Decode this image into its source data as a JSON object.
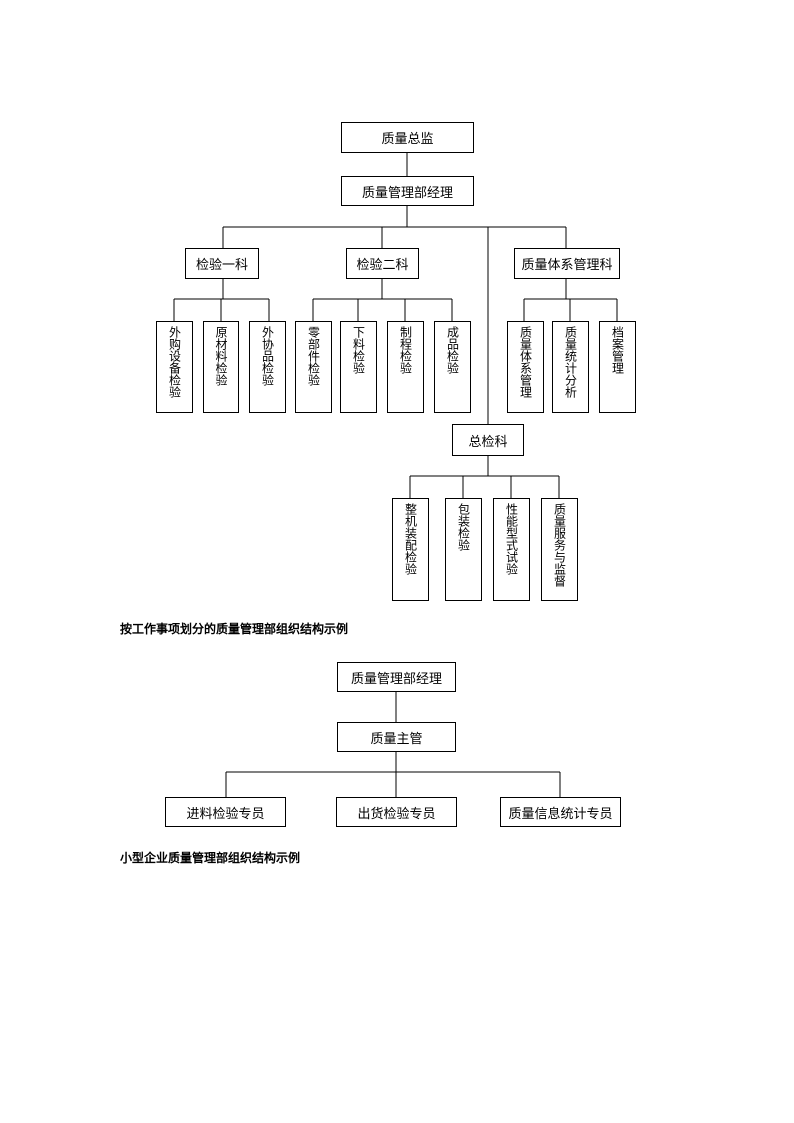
{
  "diagram1": {
    "top": "质量总监",
    "manager": "质量管理部经理",
    "dept1": {
      "label": "检验一科",
      "children": [
        "外购设备检验",
        "原材料检验",
        "外协品检验"
      ]
    },
    "dept2": {
      "label": "检验二科",
      "children": [
        "零部件检验",
        "下料检验",
        "制程检验",
        "成品检验"
      ]
    },
    "dept3": {
      "label": "质量体系管理科",
      "children": [
        "质量体系管理",
        "质量统计分析",
        "档案管理"
      ]
    },
    "dept4": {
      "label": "总检科",
      "children": [
        "整机装配检验",
        "包装检验",
        "性能型式试验",
        "质量服务与监督"
      ]
    },
    "caption": "按工作事项划分的质量管理部组织结构示例"
  },
  "diagram2": {
    "manager": "质量管理部经理",
    "supervisor": "质量主管",
    "children": [
      "进料检验专员",
      "出货检验专员",
      "质量信息统计专员"
    ],
    "caption": "小型企业质量管理部组织结构示例"
  }
}
